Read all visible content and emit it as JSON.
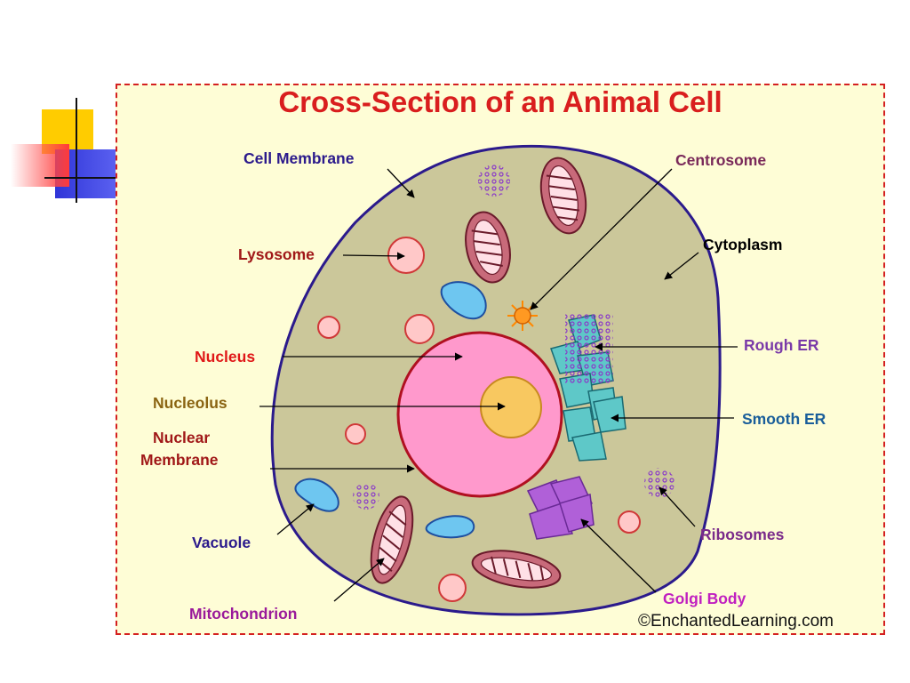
{
  "title": "Cross-Section of an Animal Cell",
  "credit": "©EnchantedLearning.com",
  "labels": {
    "cell_membrane": "Cell Membrane",
    "lysosome": "Lysosome",
    "nucleus": "Nucleus",
    "nucleolus": "Nucleolus",
    "nuclear_membrane_1": "Nuclear",
    "nuclear_membrane_2": "Membrane",
    "vacuole": "Vacuole",
    "mitochondrion": "Mitochondrion",
    "centrosome": "Centrosome",
    "cytoplasm": "Cytoplasm",
    "rough_er": "Rough ER",
    "smooth_er": "Smooth ER",
    "ribosomes": "Ribosomes",
    "golgi_body": "Golgi Body"
  },
  "colors": {
    "title": "#D91E1E",
    "frame_border": "#D42020",
    "frame_bg": "#FEFDD6",
    "cytoplasm": "#CBC79A",
    "cell_membrane": "#2B1A8C",
    "nucleus": "#FF99CC",
    "nuclear_membrane": "#B01020",
    "nucleolus": "#F8C860",
    "lysosome": "#FFC8C8",
    "vacuole": "#6EC6F0",
    "mitochondrion": "#C86A7A",
    "er": "#5EC8C8",
    "golgi": "#B060D8",
    "centrosome": "#FF9922"
  }
}
